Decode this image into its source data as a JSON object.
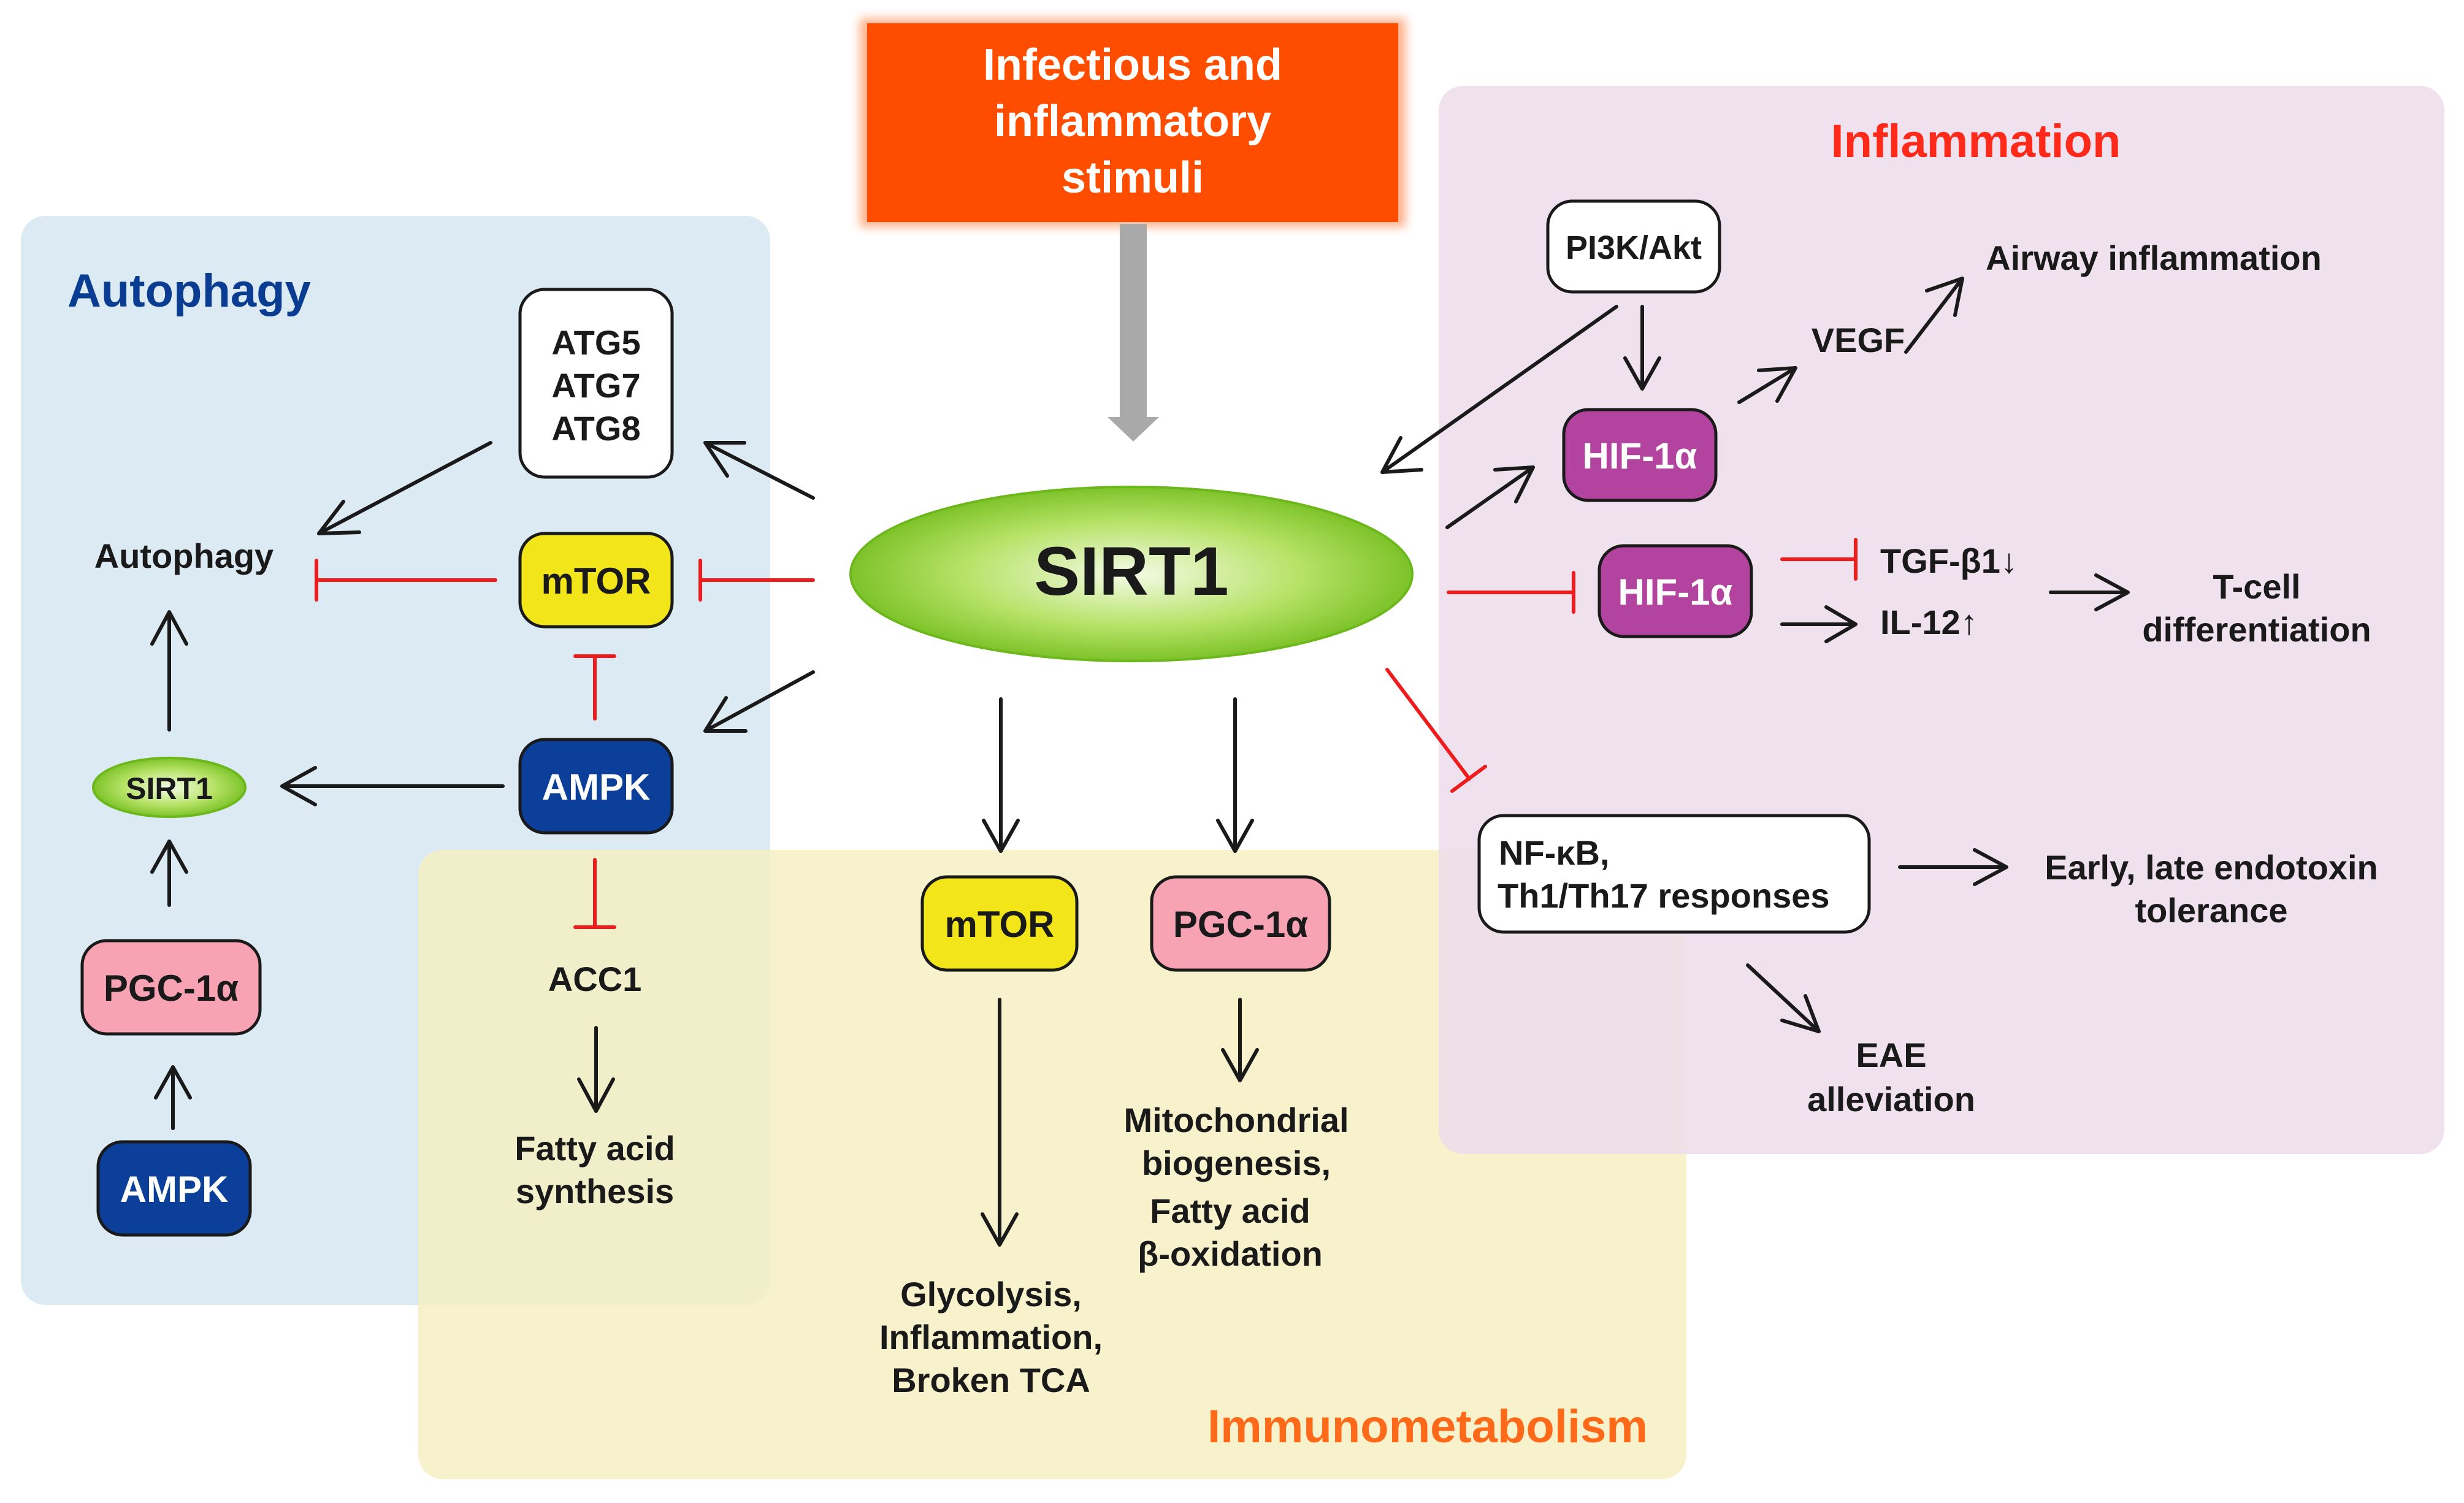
{
  "colors": {
    "autophagy_bg": "#dcebf3",
    "immuno_bg": "#f7f3c7",
    "inflam_bg": "#f0e2ef",
    "autophagy_title": "#0a3d91",
    "inflam_title": "#ff2a1a",
    "immuno_title": "#ff6a1a",
    "stimuli": "#ff4d00",
    "sirt1_green": "#8fd12c",
    "ampk_blue": "#0b3f9a",
    "mtor_yellow": "#f2e61a",
    "pgc_pink": "#f7a3b4",
    "hif_magenta": "#b2449f",
    "inhibit_red": "#ee1c1c"
  },
  "stimuli": {
    "lines": [
      "Infectious and",
      "inflammatory",
      "stimuli"
    ]
  },
  "sirt1_center": "SIRT1",
  "autophagy": {
    "title": "Autophagy",
    "atg": [
      "ATG5",
      "ATG7",
      "ATG8"
    ],
    "autophagy_label": "Autophagy",
    "mtor": "mTOR",
    "ampk": "AMPK",
    "sirt1_small": "SIRT1",
    "pgc": "PGC-1α",
    "ampk_bottom": "AMPK",
    "acc1": "ACC1",
    "fatty_acid_synthesis": [
      "Fatty acid",
      "synthesis"
    ]
  },
  "immunometabolism": {
    "title": "Immunometabolism",
    "mtor": "mTOR",
    "pgc": "PGC-1α",
    "glycolysis": [
      "Glycolysis,",
      "Inflammation,",
      "Broken TCA"
    ],
    "mito": [
      "Mitochondrial",
      "biogenesis,",
      "Fatty acid",
      "β-oxidation"
    ]
  },
  "inflammation": {
    "title": "Inflammation",
    "pi3k": "PI3K/Akt",
    "hif_top": "HIF-1α",
    "hif_mid": "HIF-1α",
    "vegf": "VEGF",
    "airway": "Airway inflammation",
    "tgf": "TGF-β1↓",
    "il12": "IL-12↑",
    "tcell": [
      "T-cell",
      "differentiation"
    ],
    "nfkb": [
      "NF-κB,",
      "Th1/Th17 responses"
    ],
    "endotoxin": [
      "Early, late endotoxin",
      "tolerance"
    ],
    "eae": [
      "EAE",
      "alleviation"
    ]
  }
}
